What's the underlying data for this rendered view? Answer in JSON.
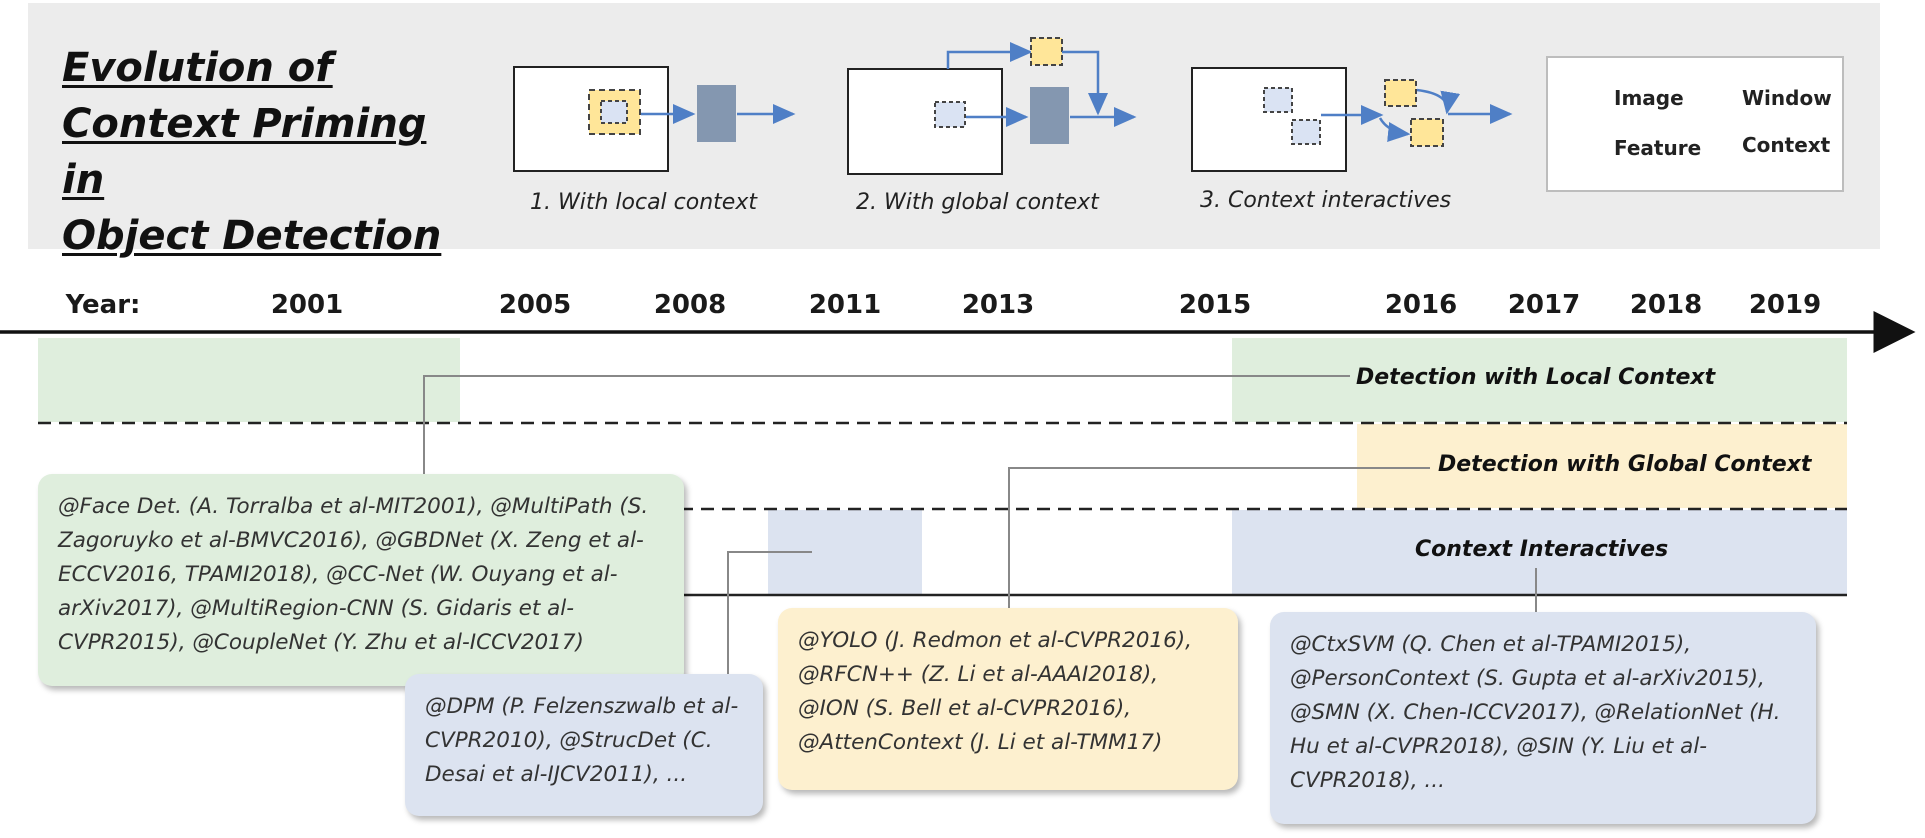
{
  "title": "Evolution of Context Priming in Object Detection",
  "title_lines": [
    "Evolution of",
    "Context Priming in",
    "Object Detection"
  ],
  "schematics": [
    {
      "caption": "1. With local context"
    },
    {
      "caption": "2. With global context"
    },
    {
      "caption": "3. Context interactives"
    }
  ],
  "legend": {
    "image": "Image",
    "window": "Window",
    "feature": "Feature",
    "context": "Context"
  },
  "timeline": {
    "axis_label": "Year:",
    "years": [
      "2001",
      "2005",
      "2008",
      "2011",
      "2013",
      "2015",
      "2016",
      "2017",
      "2018",
      "2019"
    ]
  },
  "bands": {
    "local": "Detection with Local Context",
    "global": "Detection with Global Context",
    "interactives": "Context Interactives"
  },
  "boxes": {
    "local_refs": "@Face Det. (A. Torralba et al-MIT2001), @MultiPath (S. Zagoruyko et al-BMVC2016), @GBDNet (X. Zeng et al-ECCV2016, TPAMI2018), @CC-Net (W. Ouyang et al-arXiv2017), @MultiRegion-CNN (S. Gidaris et al-CVPR2015), @CoupleNet (Y. Zhu et al-ICCV2017)",
    "dpm_refs": "@DPM (P. Felzenszwalb et al-CVPR2010), @StrucDet (C. Desai et al-IJCV2011), ...",
    "global_refs": "@YOLO (J. Redmon et al-CVPR2016), @RFCN++ (Z. Li et al-AAAI2018), @ION (S. Bell et al-CVPR2016), @AttenContext (J. Li et al-TMM17)",
    "interactive_refs": "@CtxSVM (Q. Chen et al-TPAMI2015), @PersonContext (S. Gupta et al-arXiv2015), @SMN (X. Chen-ICCV2017), @RelationNet (H. Hu et al-CVPR2018), @SIN (Y. Liu et al-CVPR2018), ..."
  },
  "colors": {
    "green": "#dfeedd",
    "yellow": "#fdf0cf",
    "blue": "#dce3f0",
    "feature": "#8497b0",
    "arrow": "#4f7fc6",
    "context_fill": "#ffe699",
    "window_fill": "#dae3f3"
  }
}
